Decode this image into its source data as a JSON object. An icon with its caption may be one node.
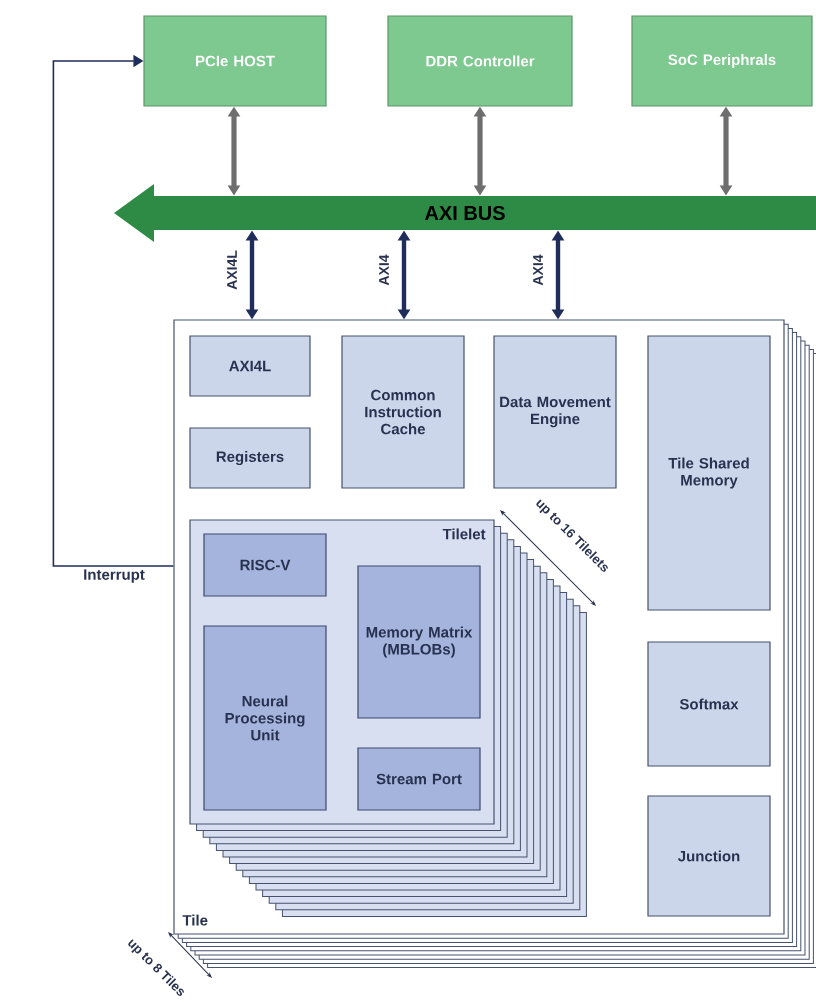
{
  "diagram": {
    "nodes": [
      {
        "text": [
          "PCIe HOST"
        ]
      },
      {
        "text": [
          "DDR Controller"
        ]
      },
      {
        "text": [
          "SoC Periphrals"
        ]
      },
      {
        "text": [
          "AXI BUS"
        ]
      },
      {
        "text": [
          "Tile"
        ]
      },
      {
        "text": [
          "AXI4L"
        ],
        "in": 4
      },
      {
        "text": [
          "Registers"
        ],
        "in": 4
      },
      {
        "text": [
          "Common Instruction Cache"
        ],
        "in": 4
      },
      {
        "text": [
          "Data Movement Engine"
        ],
        "in": 4
      },
      {
        "text": [
          "Tile Shared Memory"
        ],
        "in": 4
      },
      {
        "text": [
          "Tilelet"
        ],
        "in": 4
      },
      {
        "text": [
          "RISC-V"
        ],
        "in": 10
      },
      {
        "text": [
          "Neural Processing Unit"
        ],
        "in": 10
      },
      {
        "text": [
          "Memory Matrix (MBLOBs)"
        ],
        "in": 10
      },
      {
        "text": [
          "Stream Port"
        ],
        "in": 10
      },
      {
        "text": [
          "Softmax"
        ],
        "in": 4
      },
      {
        "text": [
          "Junction"
        ],
        "in": 4
      }
    ],
    "edges": [
      {
        "from": 0,
        "to": 3,
        "arrow": "both"
      },
      {
        "from": 1,
        "to": 3,
        "arrow": "both"
      },
      {
        "from": 2,
        "to": 3,
        "arrow": "both"
      },
      {
        "from": 3,
        "to": 4,
        "arrow": "both",
        "label": "AXI4L",
        "color": "#1f2d5a"
      },
      {
        "from": 3,
        "to": 4,
        "arrow": "both",
        "label": "AXI4",
        "color": "#1f2d5a"
      },
      {
        "from": 3,
        "to": 4,
        "arrow": "both",
        "label": "AXI4",
        "color": "#1f2d5a"
      },
      {
        "from": 4,
        "to": 0,
        "arrow": "to",
        "label": "Interrupt",
        "color": "#1f2d5a"
      }
    ],
    "labels": [
      "up to 16 Tilelets",
      "up to 8 Tiles"
    ]
  }
}
